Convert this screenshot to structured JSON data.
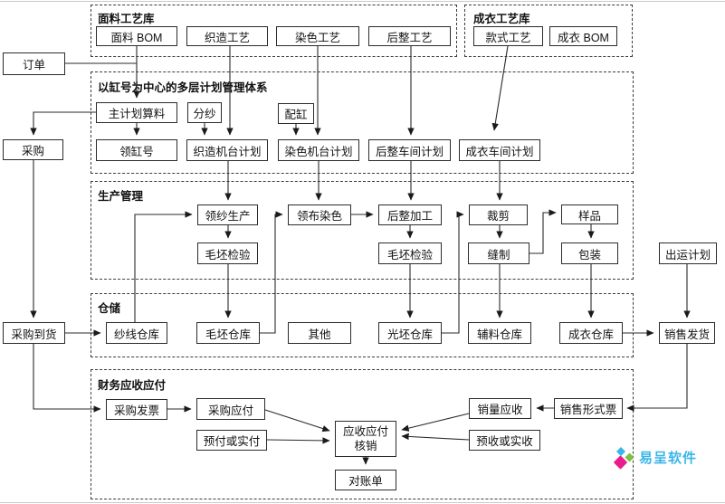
{
  "sections": {
    "fabric_lib": "面料工艺库",
    "garment_lib": "成衣工艺库",
    "planning": "以缸号为中心的多层计划管理体系",
    "production": "生产管理",
    "warehouse": "仓储",
    "finance": "财务应收应付"
  },
  "nodes": {
    "order": "订单",
    "purchase": "采购",
    "purchase_arrival": "采购到货",
    "fabric_bom": "面料 BOM",
    "weave_craft": "织造工艺",
    "dye_craft": "染色工艺",
    "finish_craft": "后整工艺",
    "style_craft": "款式工艺",
    "garment_bom": "成衣 BOM",
    "master_plan": "主计划算料",
    "yarn_split": "分纱",
    "vat_match": "配缸",
    "vat_no": "领缸号",
    "weave_machine_plan": "织造机台计划",
    "dye_machine_plan": "染色机台计划",
    "finish_workshop_plan": "后整车间计划",
    "garment_workshop_plan": "成衣车间计划",
    "yarn_production": "领纱生产",
    "fabric_dyeing": "领布染色",
    "finish_process": "后整加工",
    "cutting": "裁剪",
    "sample": "样品",
    "greige_inspect_1": "毛坯检验",
    "greige_inspect_2": "毛坯检验",
    "sewing": "缝制",
    "packing": "包装",
    "shipment_plan": "出运计划",
    "yarn_store": "纱线仓库",
    "greige_store": "毛坯仓库",
    "other": "其他",
    "finished_fabric_store": "光坯仓库",
    "accessory_store": "辅料仓库",
    "garment_store": "成衣仓库",
    "sales_delivery": "销售发货",
    "purchase_invoice": "采购发票",
    "purchase_payable": "采购应付",
    "prepay": "预付或实付",
    "verification_line1": "应收应付",
    "verification_line2": "核销",
    "statement": "对账单",
    "sales_receivable": "销量应收",
    "prereceive": "预收或实收",
    "sales_proforma": "销售形式票"
  },
  "logo": {
    "text": "易呈软件",
    "text_color": "#39b5e9"
  },
  "colors": {
    "line": "#2a2a2a",
    "dash_border": "#3c3c3c",
    "logo_cyan": "#36b6e9",
    "logo_green": "#7cc242",
    "logo_magenta": "#ea1d8d"
  }
}
